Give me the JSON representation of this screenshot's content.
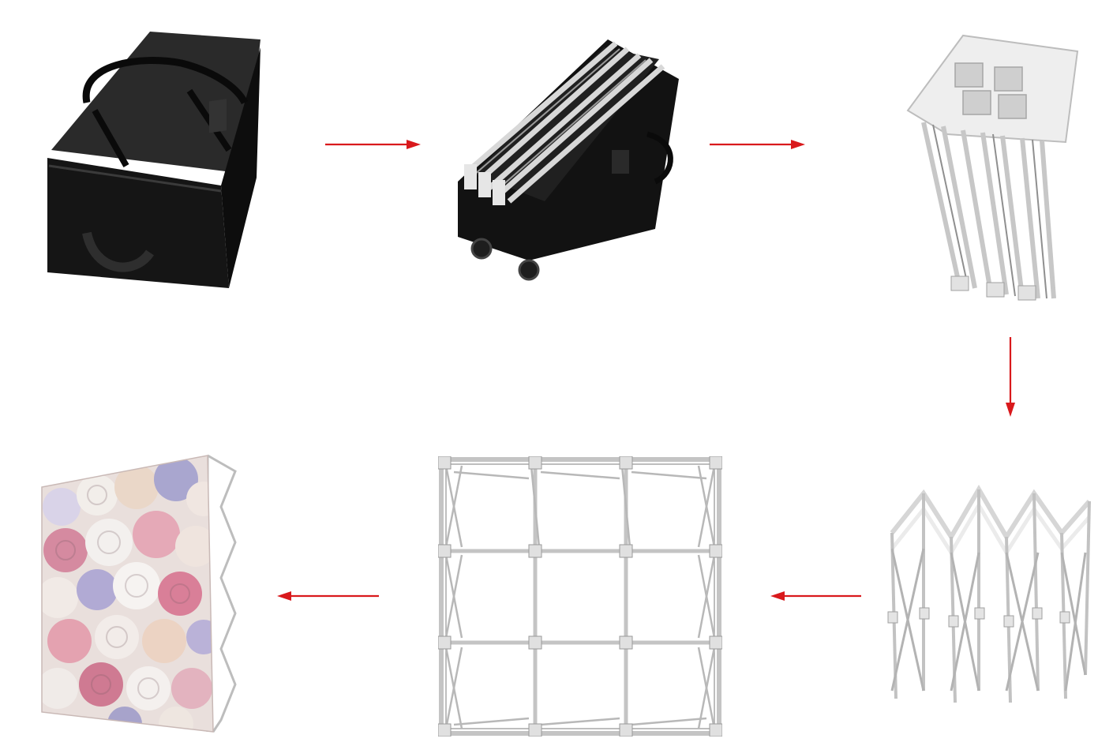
{
  "figure": {
    "steps": [
      {
        "icon": "closed-carry-bag-icon"
      },
      {
        "icon": "open-bag-with-folded-frame-icon"
      },
      {
        "icon": "folded-frame-bundle-icon"
      },
      {
        "icon": "partially-expanded-frame-icon"
      },
      {
        "icon": "expanded-frame-grid-icon"
      },
      {
        "icon": "frame-with-floral-fabric-icon"
      }
    ],
    "arrows": [
      {
        "direction": "right"
      },
      {
        "direction": "right"
      },
      {
        "direction": "down"
      },
      {
        "direction": "left"
      },
      {
        "direction": "left"
      }
    ]
  },
  "colors": {
    "background": "#ffffff",
    "arrow": "#d9191c",
    "bag": "#141414",
    "frame": "#c9c9c9",
    "frame_dark": "#9a9a9a",
    "hub": "#e6e6e6"
  }
}
